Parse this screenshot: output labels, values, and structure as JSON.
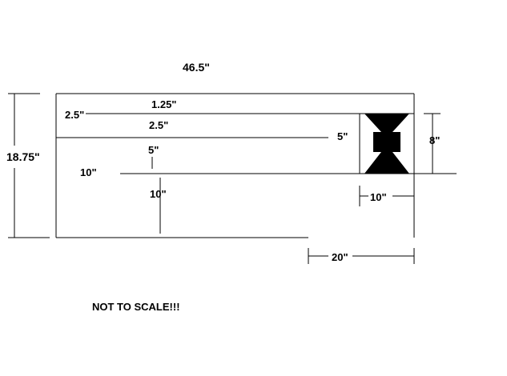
{
  "dimensions": {
    "overall_width": "46.5\"",
    "overall_height": "18.75\"",
    "top_strip": "1.25\"",
    "left_small": "2.5\"",
    "inner_small": "2.5\"",
    "gap_right": "5\"",
    "gap_center": "5\"",
    "left_ten": "10\"",
    "bottom_ten": "10\"",
    "box_height": "8\"",
    "box_width": "10\"",
    "bottom_right_width": "20\""
  },
  "note": "NOT TO SCALE!!!",
  "colors": {
    "ink": "#000000",
    "paper": "#ffffff"
  }
}
